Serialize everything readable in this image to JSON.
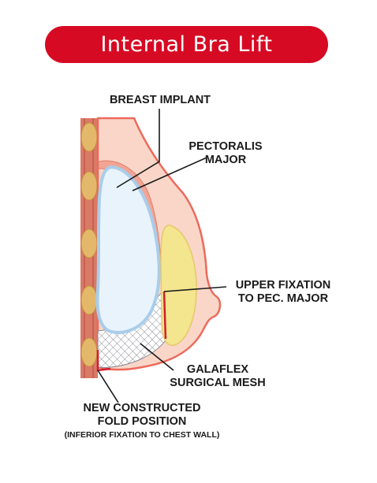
{
  "title": "Internal Bra Lift",
  "labels": {
    "breast_implant": "BREAST IMPLANT",
    "pectoralis_line1": "PECTORALIS",
    "pectoralis_line2": "MAJOR",
    "upper_fix_line1": "UPPER FIXATION",
    "upper_fix_line2": "TO PEC. MAJOR",
    "galaflex_line1": "GALAFLEX",
    "galaflex_line2": "SURGICAL MESH",
    "fold_line1": "NEW CONSTRUCTED",
    "fold_line2": "FOLD POSITION",
    "fold_note": "(INFERIOR FIXATION TO CHEST WALL)"
  },
  "colors": {
    "title_bg": "#d70a24",
    "skin_fill": "#f9d6c8",
    "skin_outline": "#ec6a5c",
    "muscle": "#d97a66",
    "rib": "#e4b86a",
    "implant": "#e8f3fb",
    "implant_edge": "#a9cdea",
    "gland": "#f4e58f",
    "mesh": "#8a8a92",
    "fixation": "#d21e2e"
  }
}
